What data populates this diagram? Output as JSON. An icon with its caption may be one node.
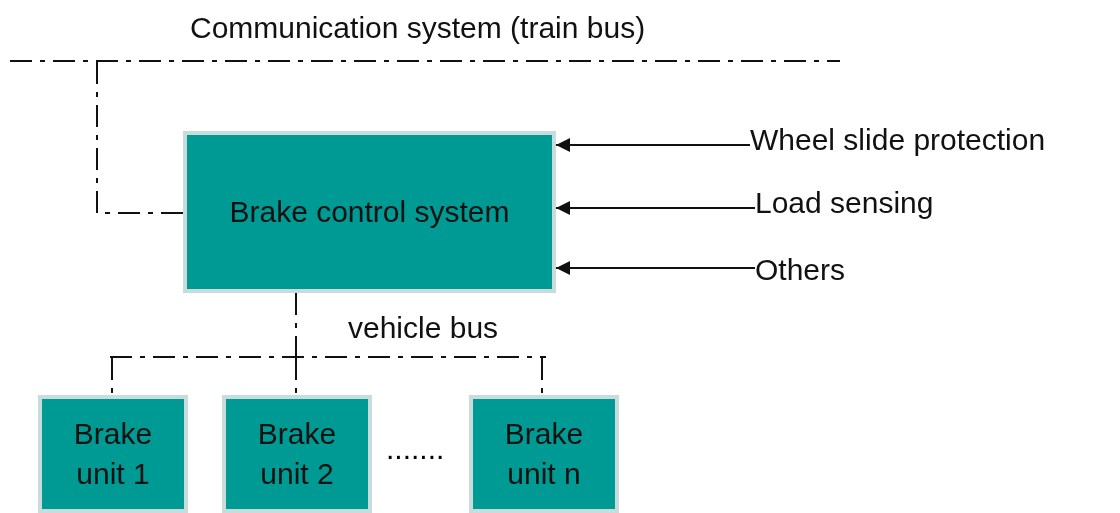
{
  "diagram": {
    "nodes": [
      {
        "text": [
          "Communication system (train bus)"
        ]
      },
      {
        "text": [
          "Brake control system"
        ]
      },
      {
        "text": [
          "Wheel slide protection"
        ]
      },
      {
        "text": [
          "Load sensing"
        ]
      },
      {
        "text": [
          "Others"
        ]
      },
      {
        "text": [
          "vehicle bus"
        ]
      },
      {
        "text": [
          "Brake unit 1"
        ]
      },
      {
        "text": [
          "Brake unit 2"
        ]
      },
      {
        "text": [
          "Brake unit n"
        ]
      }
    ],
    "edges": [
      {
        "from": 0,
        "to": 1,
        "arrow": "none",
        "style": "dashed"
      },
      {
        "from": 2,
        "to": 1,
        "arrow": "to"
      },
      {
        "from": 3,
        "to": 1,
        "arrow": "to"
      },
      {
        "from": 4,
        "to": 1,
        "arrow": "to"
      },
      {
        "from": 1,
        "to": 5,
        "arrow": "none",
        "style": "dashed"
      },
      {
        "from": 5,
        "to": 6,
        "arrow": "none",
        "style": "dashed"
      },
      {
        "from": 5,
        "to": 7,
        "arrow": "none",
        "style": "dashed"
      },
      {
        "from": 5,
        "to": 8,
        "arrow": "none",
        "style": "dashed"
      }
    ],
    "labels": [
      "......."
    ]
  }
}
